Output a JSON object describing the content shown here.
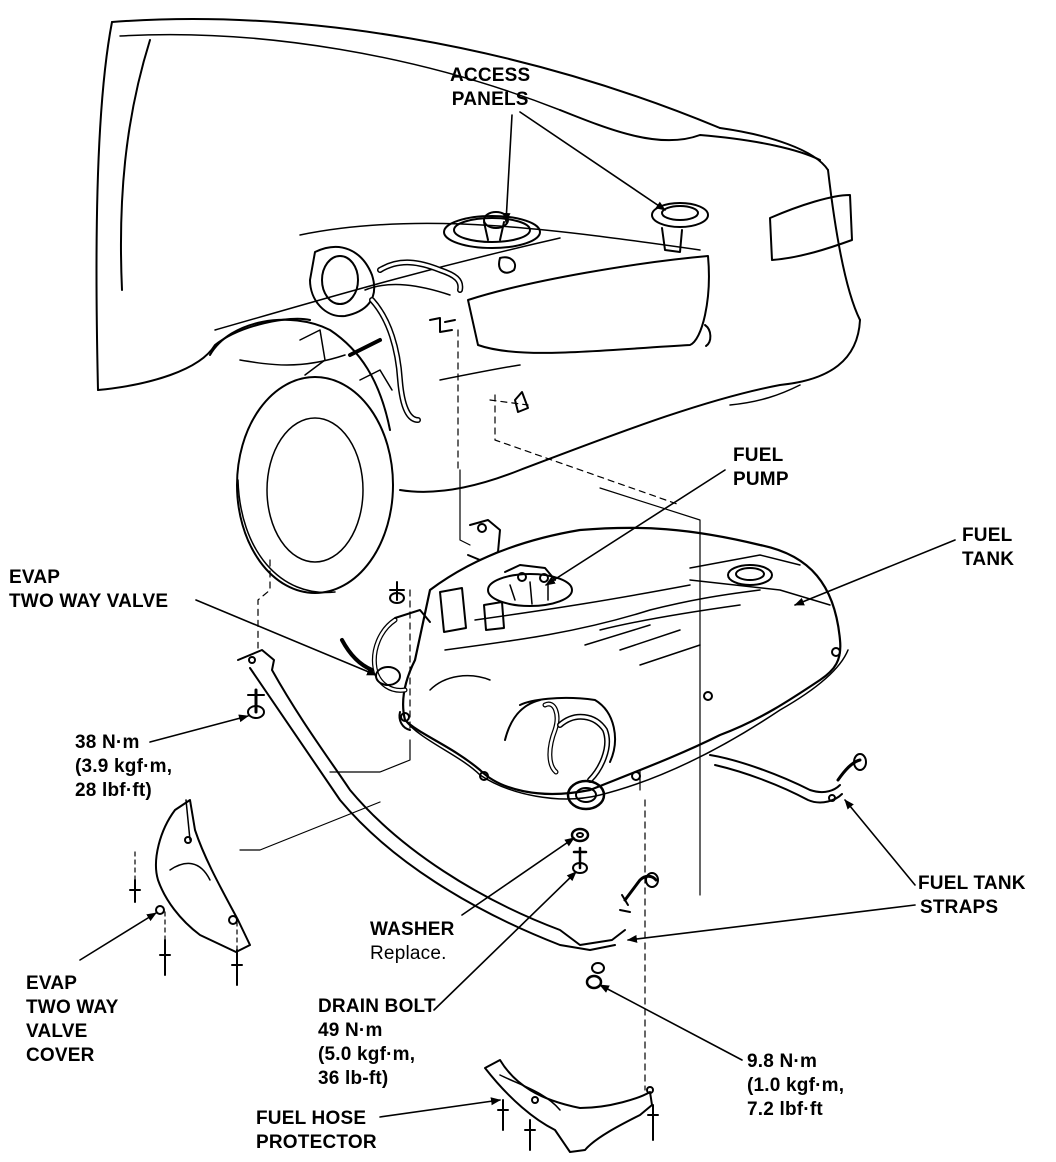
{
  "callouts": {
    "access_panels": [
      "ACCESS",
      "PANELS"
    ],
    "fuel_pump": [
      "FUEL",
      "PUMP"
    ],
    "fuel_tank": [
      "FUEL",
      "TANK"
    ],
    "evap_valve": [
      "EVAP",
      "TWO WAY VALVE"
    ],
    "torque_38": [
      "38 N·m",
      "(3.9 kgf·m,",
      "28 lbf·ft)"
    ],
    "evap_valve_cover": [
      "EVAP",
      "TWO WAY",
      "VALVE",
      "COVER"
    ],
    "washer": [
      "WASHER",
      "Replace."
    ],
    "drain_bolt": [
      "DRAIN BOLT",
      "49 N·m",
      "(5.0 kgf·m,",
      "36 lb-ft)"
    ],
    "fuel_tank_straps": [
      "FUEL TANK",
      "STRAPS"
    ],
    "torque_9_8": [
      "9.8 N·m",
      "(1.0 kgf·m,",
      "7.2 lbf·ft"
    ],
    "fuel_hose_protector": [
      "FUEL HOSE",
      "PROTECTOR"
    ]
  },
  "colors": {
    "ink": "#000000",
    "paper": "#ffffff"
  }
}
